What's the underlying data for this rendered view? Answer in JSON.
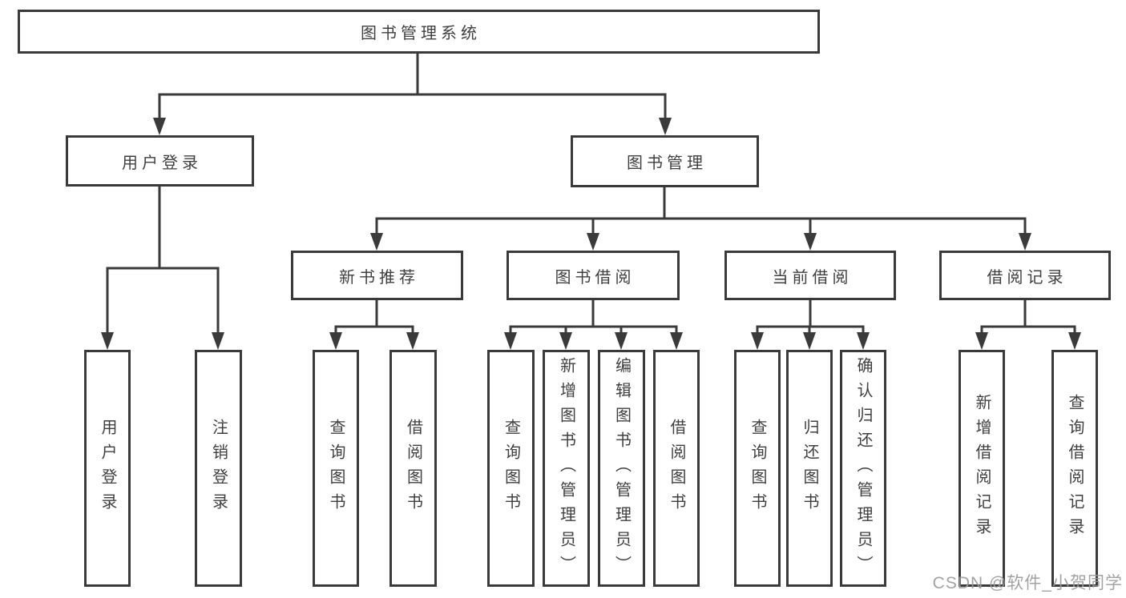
{
  "tree": {
    "root": {
      "label": "图书管理系统",
      "children": [
        {
          "label": "用户登录",
          "children": [
            {
              "label": "用户登录"
            },
            {
              "label": "注销登录"
            }
          ]
        },
        {
          "label": "图书管理",
          "children": [
            {
              "label": "新书推荐",
              "children": [
                {
                  "label": "查询图书"
                },
                {
                  "label": "借阅图书"
                }
              ]
            },
            {
              "label": "图书借阅",
              "children": [
                {
                  "label": "查询图书"
                },
                {
                  "label": "新增图书（管理员）"
                },
                {
                  "label": "编辑图书（管理员）"
                },
                {
                  "label": "借阅图书"
                }
              ]
            },
            {
              "label": "当前借阅",
              "children": [
                {
                  "label": "查询图书"
                },
                {
                  "label": "归还图书"
                },
                {
                  "label": "确认归还（管理员）"
                }
              ]
            },
            {
              "label": "借阅记录",
              "children": [
                {
                  "label": "新增借阅记录"
                },
                {
                  "label": "查询借阅记录"
                }
              ]
            }
          ]
        }
      ]
    }
  },
  "watermark": {
    "text": "CSDN @软件_小贺同学"
  },
  "colors": {
    "line": "#3a3a3a",
    "text": "#3f3f3f",
    "watermark": "#9b9b9b",
    "background": "#ffffff"
  }
}
